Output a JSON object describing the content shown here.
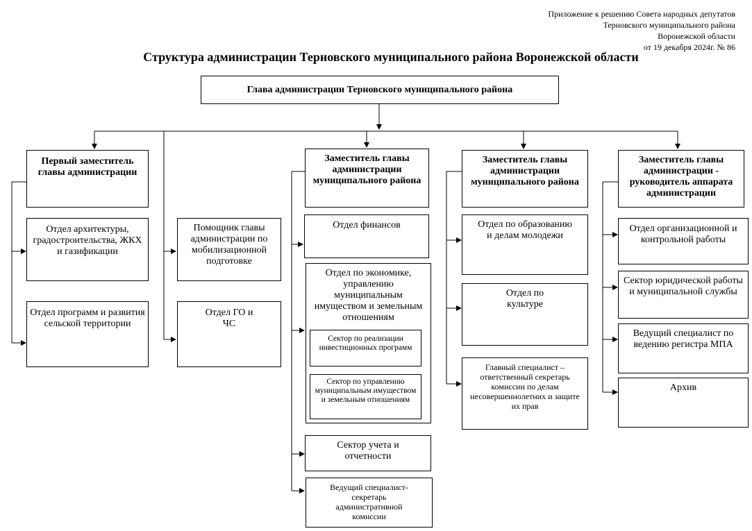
{
  "annex": {
    "line1": "Приложение к решению Совета народных депутатов",
    "line2": "Терновского муниципального района",
    "line3": "Воронежской области",
    "line4": "от 19 декабря 2024г. № 86"
  },
  "title": "Структура администрации Терновского муниципального района Воронежской области",
  "head": "Глава администрации Терновского муниципального района",
  "deputies": {
    "first": "Первый заместитель главы администрации",
    "second": "Заместитель главы администрации муниципального района",
    "third": "Заместитель главы администрации муниципального района",
    "fourth": "Заместитель главы администрации - руководитель аппарата администрации"
  },
  "col1": {
    "dept_architecture": "Отдел архитектуры, градостроительства, ЖКХ и газификации",
    "dept_programs": "Отдел программ и развития сельской территории"
  },
  "col2": {
    "assistant": "Помощник главы администрации по мобилизационной подготовке",
    "go_chs": "Отдел ГО и ЧС"
  },
  "col3": {
    "finance": "Отдел финансов",
    "economy": "Отдел по экономике, управлению муниципальным имуществом и земельным отношениям",
    "sector_invest": "Сектор по реализации инвестиционных программ",
    "sector_property": "Сектор по управлению муниципальным имуществом и земельным отношениям",
    "accounting": "Сектор учета и отчетности",
    "admin_commission": "Ведущий специалист-секретарь административной комиссии"
  },
  "col4": {
    "education": "Отдел по образованию и делам молодежи",
    "culture": "Отдел по культуре",
    "minors": "Главный специалист – ответственный секретарь комиссии по делам несовершеннолетних и защите их прав"
  },
  "col5": {
    "org_control": "Отдел организационной и контрольной работы",
    "legal": "Сектор юридической работы и муниципальной службы",
    "registry": "Ведущий специалист по ведению регистра МПА",
    "archive": "Архив"
  }
}
